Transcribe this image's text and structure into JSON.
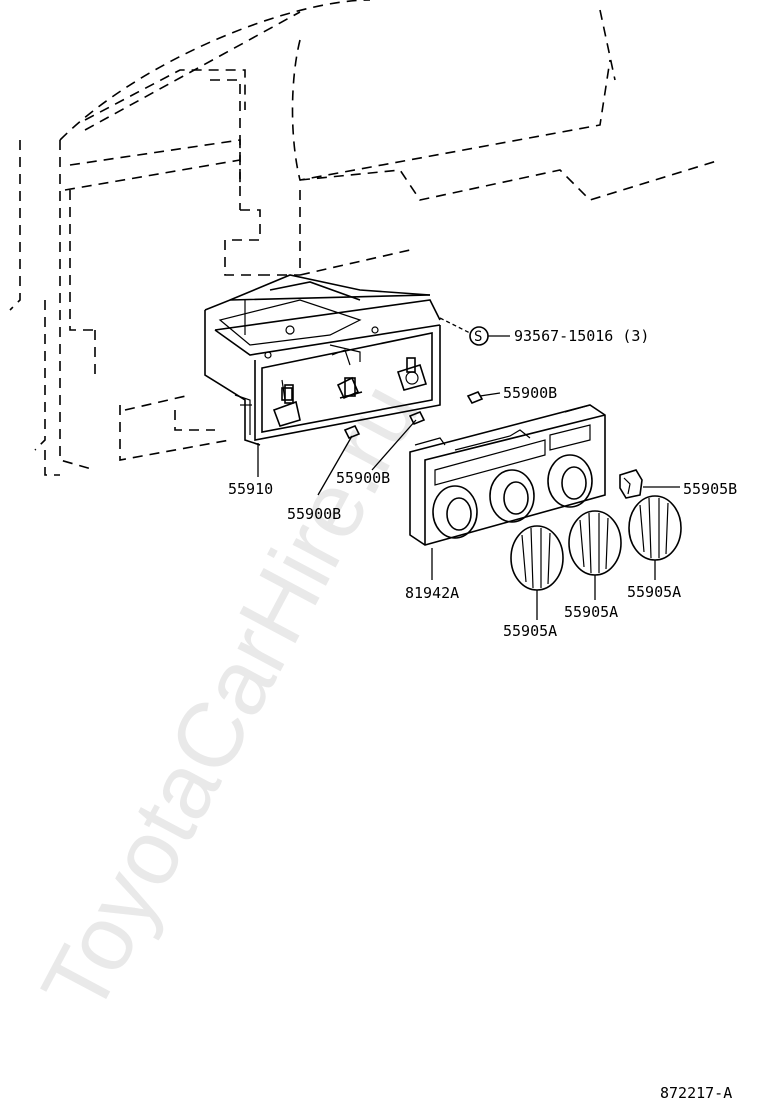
{
  "watermark": "ToyotaCarHire.ru",
  "drawing_id": "872217-A",
  "screw_symbol": "S",
  "labels": {
    "screw": "93567-15016 (3)",
    "pin_top_right": "55900B",
    "pin_middle": "55900B",
    "pin_left": "55900B",
    "control_assembly": "55910",
    "button_knob": "55905B",
    "bezel": "81942A",
    "knob_right": "55905A",
    "knob_middle": "55905A",
    "knob_left": "55905A"
  }
}
